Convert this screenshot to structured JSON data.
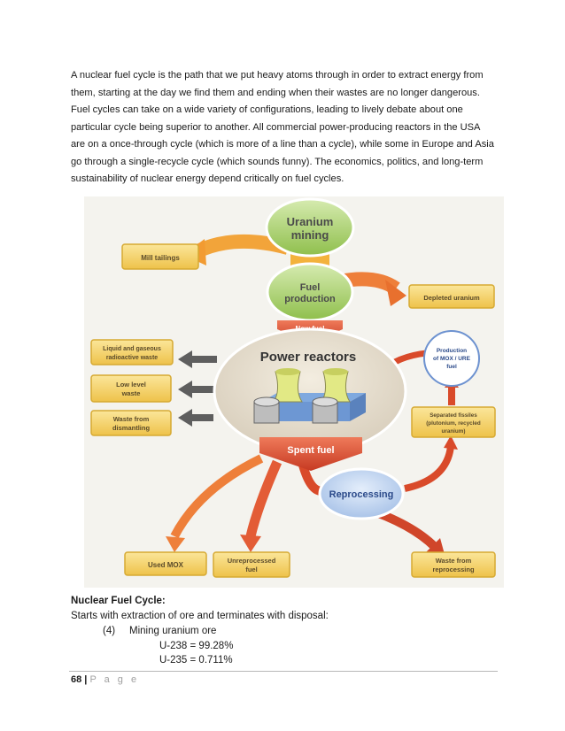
{
  "intro": "A nuclear fuel cycle is the path that we put heavy atoms through in order to extract energy from them, starting at the day we find them and ending when their wastes are no longer dangerous. Fuel cycles can take on a wide variety of configurations, leading to lively debate about one particular cycle being superior to another. All commercial power-producing reactors in the USA are on a once-through cycle (which is more of a line than a cycle), while some in Europe and Asia go through a single-recycle cycle (which sounds funny). The economics, politics, and long-term sustainability of nuclear energy depend critically on fuel cycles.",
  "diagram": {
    "uranium_mining": [
      "Uranium",
      "mining"
    ],
    "fuel_production": [
      "Fuel",
      "production"
    ],
    "new_fuel": "New fuel",
    "power_reactors": "Power reactors",
    "spent_fuel": "Spent fuel",
    "reprocessing": "Reprocessing",
    "mill_tailings": "Mill tailings",
    "depleted_uranium": "Depleted uranium",
    "liquid_gaseous": [
      "Liquid and gaseous",
      "radioactive waste"
    ],
    "low_level": [
      "Low level",
      "waste"
    ],
    "dismantling": [
      "Waste from",
      "dismantling"
    ],
    "production_mox": [
      "Production",
      "of MOX / URE",
      "fuel"
    ],
    "separated_fissiles": [
      "Separated fissiles",
      "(plutonium, recycled",
      "uranium)"
    ],
    "used_mox": "Used MOX",
    "unreprocessed": [
      "Unreprocessed",
      "fuel"
    ],
    "waste_reprocessing": [
      "Waste from",
      "reprocessing"
    ],
    "colors": {
      "green": "#9fc85a",
      "yellow": "#f5d46a",
      "red": "#d94a2a",
      "orange": "#ee7f3a",
      "blue": "#7aa2d8"
    }
  },
  "heading": "Nuclear Fuel Cycle:",
  "line2": "Starts with extraction of ore and terminates with disposal:",
  "item_num": "(4)",
  "item_text": "Mining uranium ore",
  "u238": "U-238 = 99.28%",
  "u235": "U-235 = 0.711%",
  "footer_num": "68 |",
  "footer_word": "P a g e"
}
